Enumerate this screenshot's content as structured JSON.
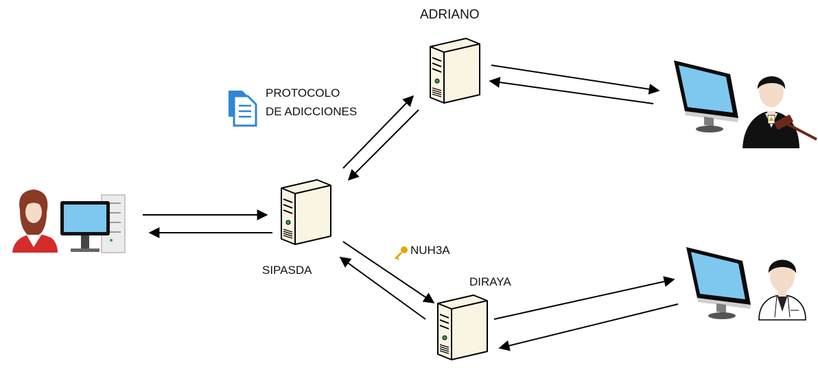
{
  "nodes": {
    "adriano": {
      "label": "ADRIANO",
      "icon": "server-icon"
    },
    "sipasda": {
      "label": "SIPASDA",
      "icon": "server-icon"
    },
    "diraya": {
      "label": "DIRAYA",
      "icon": "server-icon"
    },
    "operator": {
      "icon": "woman-at-computer-icon"
    },
    "judge": {
      "icon": "judge-at-monitor-icon"
    },
    "doctor": {
      "icon": "doctor-at-monitor-icon"
    }
  },
  "annotations": {
    "protocol": {
      "line1": "PROTOCOLO",
      "line2": "DE ADICCIONES",
      "icon": "document-icon",
      "icon_color": "#2E86D4"
    },
    "key": {
      "label": "NUH3A",
      "icon": "key-icon",
      "icon_color": "#E0A800"
    }
  },
  "colors": {
    "arrow": "#000000",
    "screen": "#7EC8F0",
    "server_body": "#FAF4E3",
    "woman_red": "#D42B2B",
    "hair_brown": "#8B3A26",
    "gavel_brown": "#6B2A18",
    "skin": "#F5DCC8"
  }
}
